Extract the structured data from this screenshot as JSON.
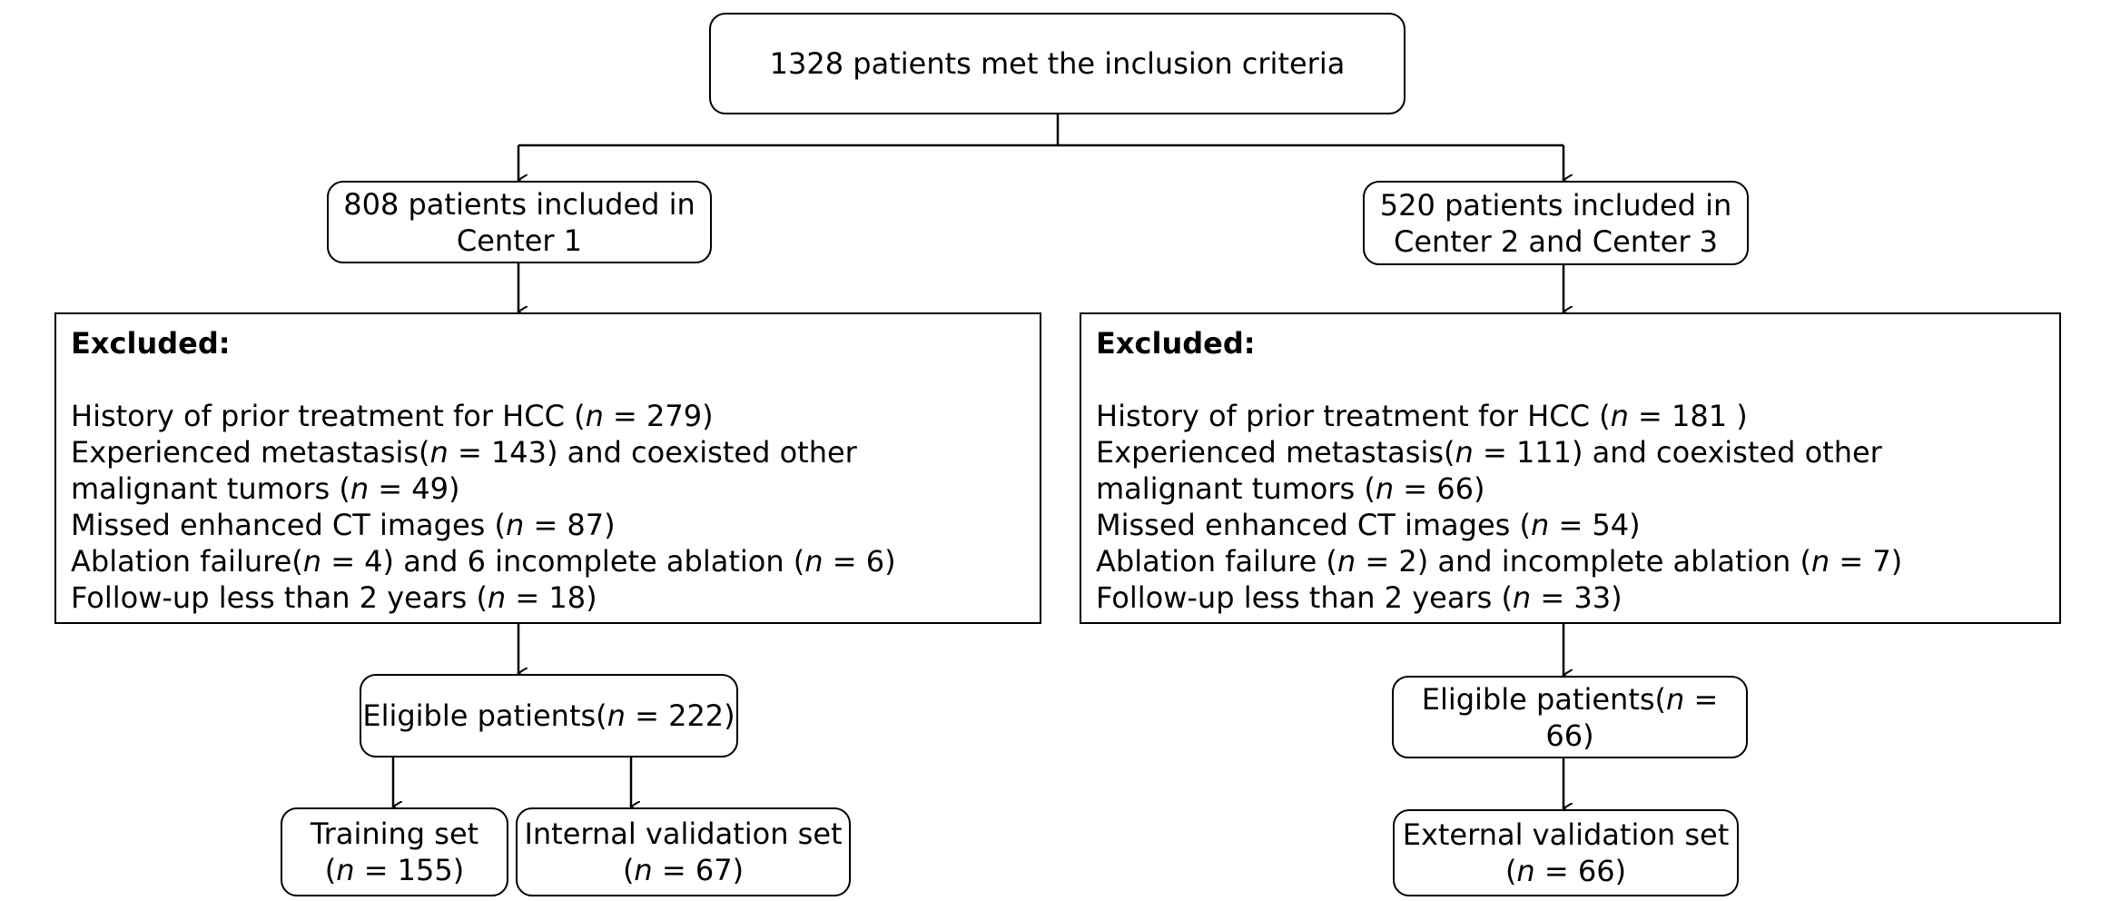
{
  "top": {
    "line1": "1328 patients met the inclusion criteria"
  },
  "left": {
    "center": {
      "line1": "808 patients included in",
      "line2": "Center 1"
    },
    "excluded": {
      "title": "Excluded:",
      "items": [
        {
          "pre": "History of prior treatment for HCC (",
          "n": "n",
          "post": " = 279)"
        },
        {
          "pre": "Experienced metastasis(",
          "n": "n",
          "mid": " = 143) and coexisted other malignant tumors (",
          "n2": "n",
          "post": " = 49)"
        },
        {
          "pre": "Missed enhanced CT images (",
          "n": "n",
          "post": " = 87)"
        },
        {
          "pre": "Ablation failure(",
          "n": "n",
          "mid": " = 4) and 6 incomplete ablation (",
          "n2": "n",
          "post": " = 6)"
        },
        {
          "pre": "Follow-up less than 2 years (",
          "n": "n",
          "post": " = 18)"
        }
      ]
    },
    "eligible": {
      "pre": "Eligible patients(",
      "n": "n",
      "post": " = 222)"
    },
    "training": {
      "line1": "Training set",
      "pre": "(",
      "n": "n",
      "post": " = 155)"
    },
    "internal": {
      "line1": "Internal validation set",
      "pre": "(",
      "n": "n",
      "post": " = 67)"
    }
  },
  "right": {
    "center": {
      "line1": "520 patients included in",
      "line2": "Center 2 and Center 3"
    },
    "excluded": {
      "title": "Excluded:",
      "items": [
        {
          "pre": "History of prior treatment for HCC (",
          "n": "n",
          "post": " = 181 )"
        },
        {
          "pre": "Experienced metastasis(",
          "n": "n",
          "mid": " = 111) and coexisted other malignant tumors (",
          "n2": "n",
          "post": " = 66)"
        },
        {
          "pre": "Missed enhanced CT images (",
          "n": "n",
          "post": " = 54)"
        },
        {
          "pre": "Ablation failure (",
          "n": "n",
          "mid": " = 2) and incomplete ablation (",
          "n2": "n",
          "post": " = 7)"
        },
        {
          "pre": "Follow-up less than 2 years (",
          "n": "n",
          "post": " = 33)"
        }
      ]
    },
    "eligible": {
      "pre": "Eligible patients(",
      "n": "n",
      "post": " = 66)"
    },
    "external": {
      "line1": "External validation set",
      "pre": "(",
      "n": "n",
      "post": " = 66)"
    }
  }
}
